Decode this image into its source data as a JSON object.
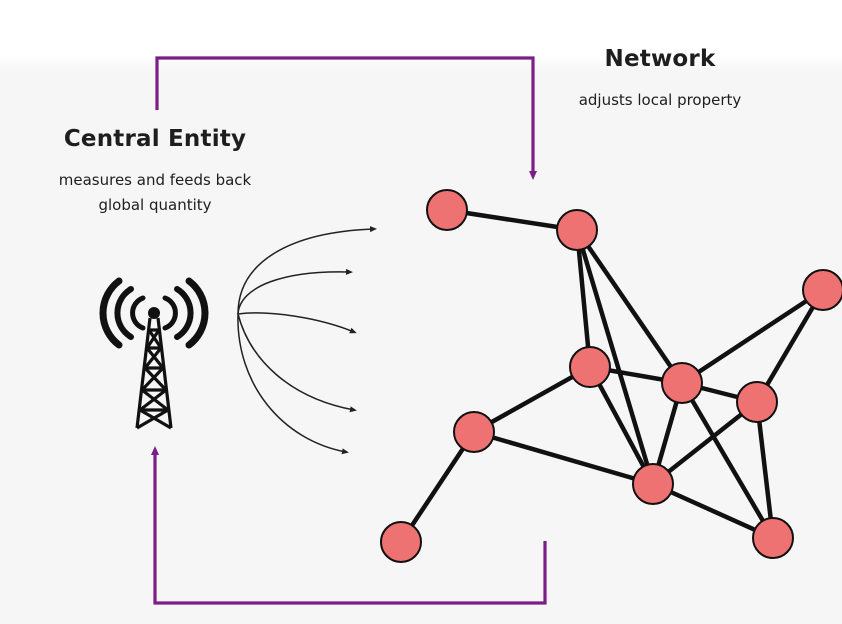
{
  "central_entity": {
    "title": "Central Entity",
    "subtitle_line1": "measures and feeds back",
    "subtitle_line2": "global quantity",
    "icon": "radio-tower-icon"
  },
  "network": {
    "title": "Network",
    "subtitle": "adjusts local property"
  },
  "colors": {
    "feedback_arrow": "#7b1f86",
    "node_fill": "#ee7272",
    "edge": "#111111",
    "broadcast_arrow": "#222222"
  }
}
